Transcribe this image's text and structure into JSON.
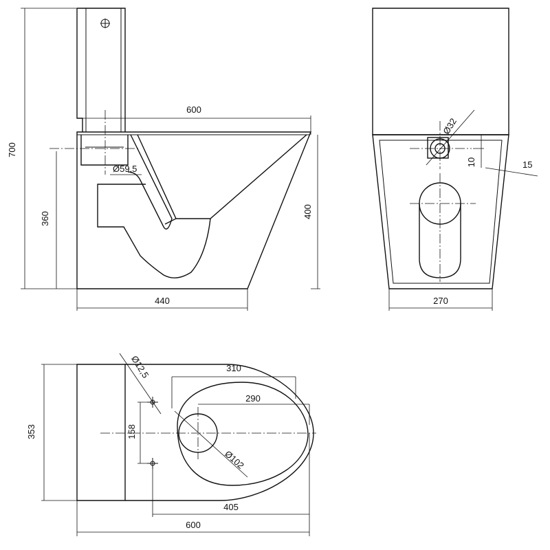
{
  "dimensions": {
    "side_total_height": "700",
    "side_inlet_height": "360",
    "side_top_width": "600",
    "side_outlet_diameter": "Ø59,5",
    "side_front_height": "400",
    "side_base_width": "440",
    "rear_inlet_diameter": "Ø32",
    "rear_offset_10": "10",
    "rear_offset_15": "15",
    "rear_base_width": "270",
    "top_hole_diameter": "Ø12,5",
    "top_bowl_length": "310",
    "top_opening_length": "290",
    "top_width": "353",
    "top_hole_spacing": "158",
    "top_outlet_diameter": "Ø102",
    "top_hole_to_front": "405",
    "top_total_length": "600"
  }
}
